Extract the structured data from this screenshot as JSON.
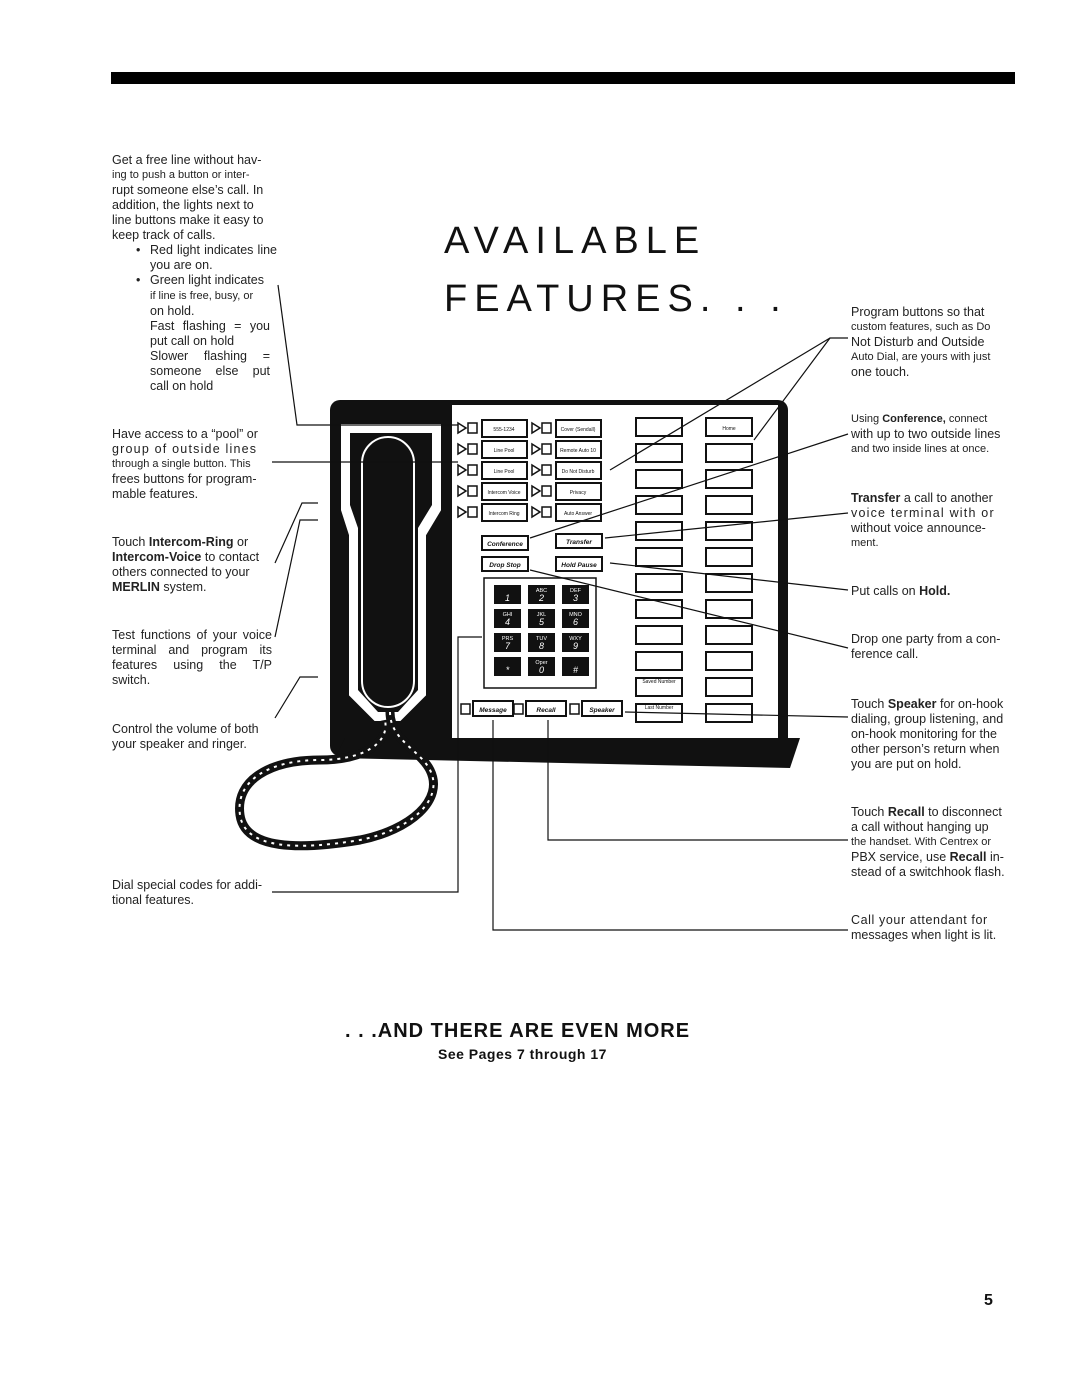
{
  "title": {
    "line1": "AVAILABLE",
    "line2": "FEATURES. . ."
  },
  "left": {
    "free_line": {
      "line1": "Get a free line without hav-",
      "line2": "ing to push a button or inter-",
      "line3": "rupt someone else’s call. In",
      "line4": "addition, the lights next to",
      "line5": "line buttons make it easy to",
      "line6": "keep track of calls.",
      "bullet": "•",
      "red": "Red light indicates line you are on.",
      "green1": "Green light indicates",
      "green2": "if line is free, busy, or",
      "green3": "on hold.",
      "fast": "Fast flashing = you put call on hold",
      "slow": "Slower flashing = someone else put call on hold"
    },
    "pool": {
      "line1": "Have access to a “pool” or",
      "line2": "group of outside lines",
      "line3": "through a single button. This",
      "line4": "frees buttons for program-",
      "line5": "mable features."
    },
    "intercom": {
      "pre": "Touch ",
      "b1": "Intercom-Ring",
      "mid": " or",
      "b2": "Intercom-Voice",
      "post": " to contact",
      "line3": "others connected to your",
      "b3": "MERLIN",
      "post2": " system."
    },
    "test": "Test functions of your voice terminal and program its features using the T/P switch.",
    "volume": "Control the volume of both your speaker and ringer.",
    "dial": "Dial special codes for addi- tional features."
  },
  "right": {
    "program": {
      "line1": "Program buttons so that",
      "line2": "custom features, such as Do",
      "line3": "Not Disturb and Outside",
      "line4": "Auto Dial, are yours with just",
      "line5": "one touch."
    },
    "conference": {
      "pre": "Using ",
      "b": "Conference,",
      "post": " connect",
      "line2": "with up to two outside lines",
      "line3": "and two inside lines at once."
    },
    "transfer": {
      "b": "Transfer",
      "post": " a call to another",
      "line2": "voice terminal with or",
      "line3": "without voice announce-",
      "line4": "ment."
    },
    "hold": {
      "pre": "Put calls on ",
      "b": "Hold."
    },
    "drop": {
      "line1": "Drop one party from a con-",
      "line2": "ference call."
    },
    "speaker": {
      "pre": "Touch ",
      "b": "Speaker",
      "post": " for on-hook",
      "line2": "dialing, group listening, and",
      "line3": "on-hook monitoring for the",
      "line4": "other person’s return when",
      "line5": "you are put on hold."
    },
    "recall": {
      "pre": "Touch ",
      "b": "Recall",
      "post": " to disconnect",
      "line2": "a call without hanging up",
      "line3": "the handset. With Centrex or",
      "pre4": "PBX service, use ",
      "b4": "Recall",
      "post4": " in-",
      "line5": "stead of a switchhook flash."
    },
    "message": {
      "line1": "Call your attendant for",
      "line2": "messages when light is lit."
    }
  },
  "phone": {
    "line_buttons": [
      "555-1234",
      "Line Pool",
      "Line Pool",
      "Intercom Voice",
      "Intercom Ring"
    ],
    "feature_buttons": [
      "Cover (Sendall)",
      "Remote Auto 10",
      "Do Not Disturb",
      "Privacy",
      "Auto Answer"
    ],
    "conference": "Conference",
    "transfer": "Transfer",
    "drop": "Drop",
    "stop": "Stop",
    "hold": "Hold",
    "pause": "Pause",
    "keys": [
      {
        "letters": "",
        "digit": "1"
      },
      {
        "letters": "ABC",
        "digit": "2"
      },
      {
        "letters": "DEF",
        "digit": "3"
      },
      {
        "letters": "GHI",
        "digit": "4"
      },
      {
        "letters": "JKL",
        "digit": "5"
      },
      {
        "letters": "MNO",
        "digit": "6"
      },
      {
        "letters": "PRS",
        "digit": "7"
      },
      {
        "letters": "TUV",
        "digit": "8"
      },
      {
        "letters": "WXY",
        "digit": "9"
      },
      {
        "letters": "",
        "digit": "*"
      },
      {
        "letters": "Oper",
        "digit": "0"
      },
      {
        "letters": "",
        "digit": "#"
      }
    ],
    "home": "Home",
    "saved_number": "Saved Number",
    "last_number": "Last Number",
    "message": "Message",
    "recall": "Recall",
    "speaker": "Speaker"
  },
  "footer": {
    "more": ". . .AND THERE ARE EVEN MORE",
    "see": "See Pages 7 through 17",
    "page_number": "5"
  }
}
